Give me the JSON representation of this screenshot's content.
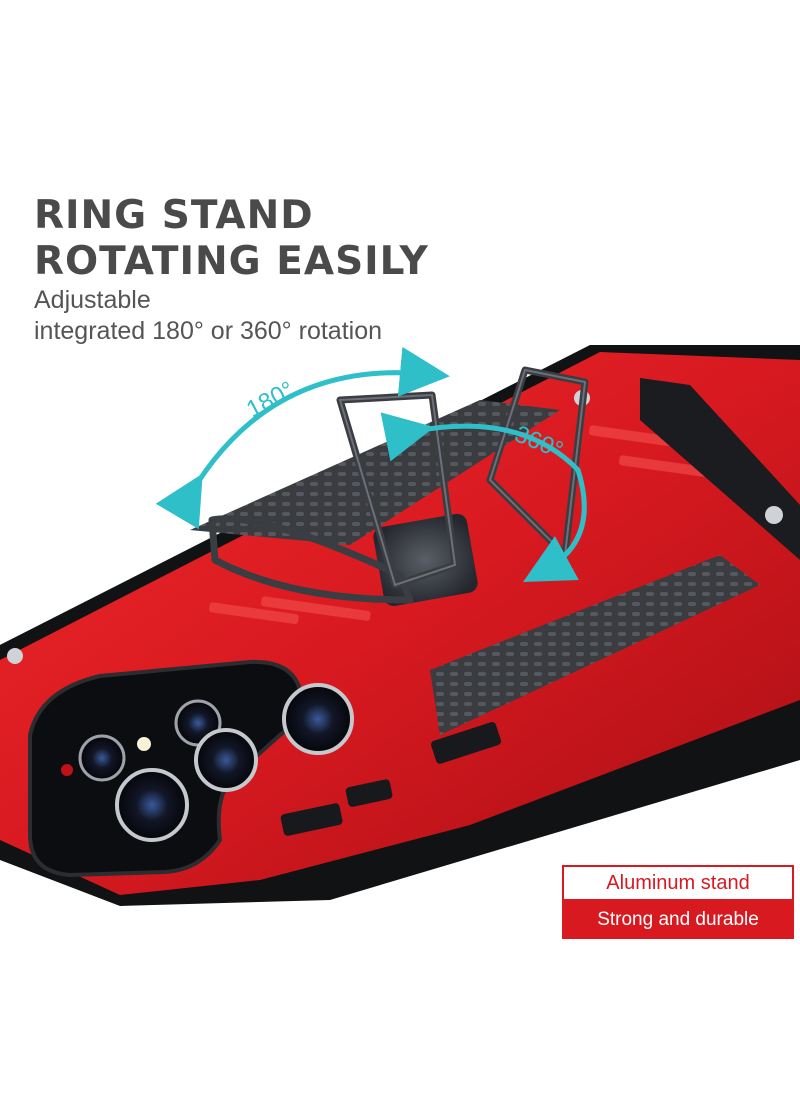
{
  "headline": {
    "line1": "RING STAND",
    "line2": "ROTATING EASILY"
  },
  "subtitle": {
    "line1": "Adjustable",
    "line2": "integrated 180° or 360° rotation"
  },
  "rotation_labels": {
    "left": "180°",
    "right": "360°"
  },
  "badge": {
    "top": "Aluminum stand",
    "bottom": "Strong and durable"
  },
  "colors": {
    "case_red": "#d71920",
    "accent_teal": "#2fbfc9",
    "badge_red": "#d81920",
    "text_gray": "#4a4a4a"
  }
}
